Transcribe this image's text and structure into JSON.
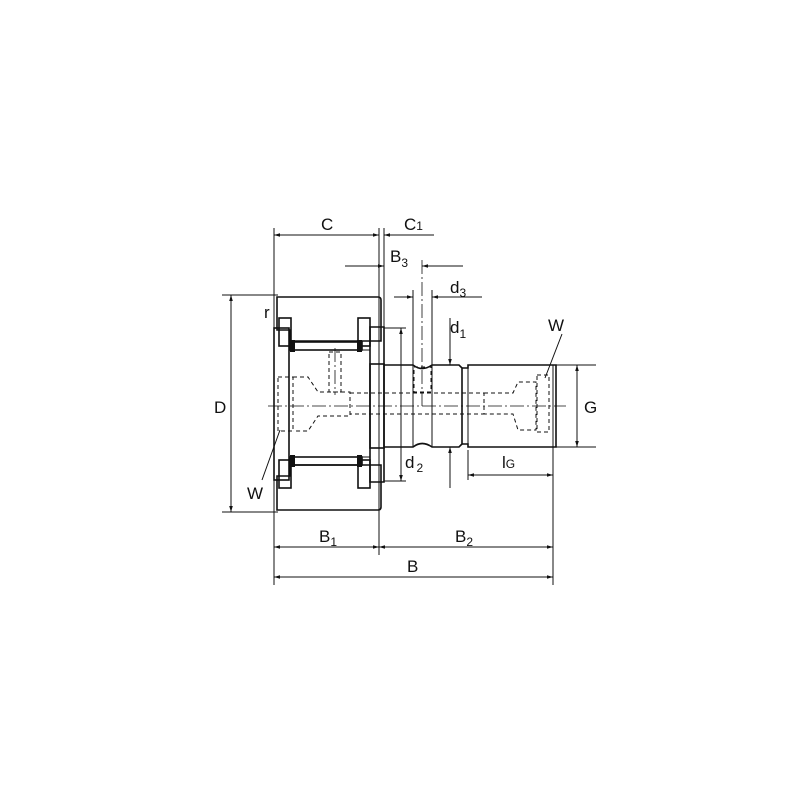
{
  "title": "Stud type track roller dimension drawing",
  "labels": {
    "C": {
      "main": "C",
      "sub": ""
    },
    "C1": {
      "main": "C",
      "sub": "1"
    },
    "B3": {
      "main": "B",
      "sub": "3"
    },
    "d3": {
      "main": "d",
      "sub": "3"
    },
    "d1": {
      "main": "d",
      "sub": "1"
    },
    "d2": {
      "main": "d",
      "sub": "2"
    },
    "D": {
      "main": "D"
    },
    "G": {
      "main": "G"
    },
    "lG": {
      "main": "l",
      "sub": "G"
    },
    "W_top": {
      "main": "W"
    },
    "W_bottom": {
      "main": "W"
    },
    "r": {
      "main": "r"
    },
    "B1": {
      "main": "B",
      "sub": "1"
    },
    "B2": {
      "main": "B",
      "sub": "2"
    },
    "B": {
      "main": "B"
    }
  }
}
